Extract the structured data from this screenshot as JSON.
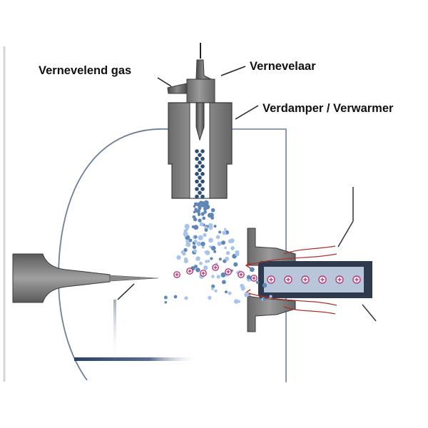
{
  "labels": {
    "nebulizing_gas": "Vernevelend gas",
    "nebulizer": "Vernevelaar",
    "vaporizer_heater": "Verdamper / Verwarmer"
  },
  "icons": {
    "positive_ion": "plus-in-circle"
  },
  "colors": {
    "body_gray": "#7b7b7b",
    "outline": "#3a3a3a",
    "chamber_line": "#6f7f95",
    "droplet_dark": "#2d4f72",
    "droplet_mid": "#5f86b5",
    "droplet_light": "#a9c4ea",
    "ion": "#b03a7a",
    "gas_flow": "#a8332c",
    "tube_fill": "#b9c6da",
    "tube_border": "#2f3a4e"
  }
}
